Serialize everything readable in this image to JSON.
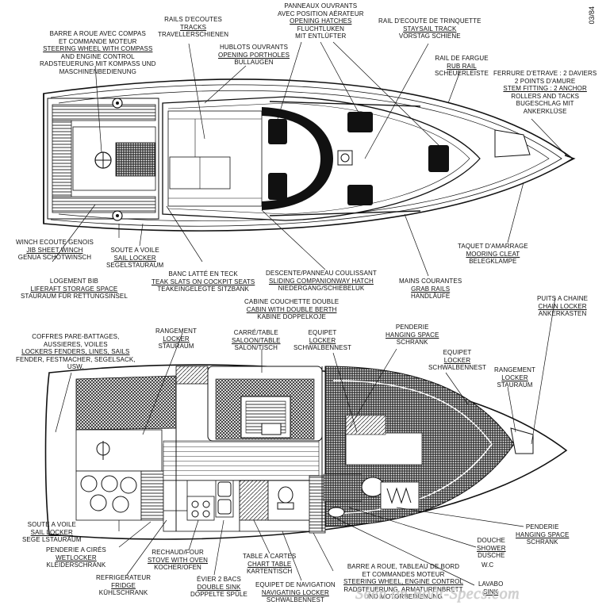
{
  "drawing_code": "03/84",
  "watermark": "Seen on Boat-Specs.com",
  "wc_label": "W.C",
  "deck_labels": [
    {
      "id": "rails-ecoutes",
      "lines": [
        "RAILS D'ECOUTES",
        "TRACKS",
        "TRAVELLERSCHIENEN"
      ]
    },
    {
      "id": "panneaux-ouvrants",
      "lines": [
        "PANNEAUX OUVRANTS",
        "AVEC POSITION AÉRATEUR",
        "OPENING HATCHES",
        "FLUCHTLUKEN",
        "MIT ENTLÜFTER"
      ]
    },
    {
      "id": "barre-a-roue-deck",
      "lines": [
        "BARRE A ROUE AVEC COMPAS",
        "ET COMMANDE MOTEUR",
        "STEERING WHEEL WITH COMPASS",
        "AND ENGINE CONTROL",
        "RADSTEUERUNG MIT KOMPASS UND",
        "MASCHINENBEDIENUNG"
      ]
    },
    {
      "id": "hublots-ouvrants",
      "lines": [
        "HUBLOTS OUVRANTS",
        "OPENING PORTHOLES",
        "BULLAUGEN"
      ]
    },
    {
      "id": "rail-trinquette",
      "lines": [
        "RAIL D'ECOUTE DE TRINQUETTE",
        "STAYSAIL TRACK",
        "VORSTAG SCHIENE"
      ]
    },
    {
      "id": "rail-fargue",
      "lines": [
        "RAIL DE FARGUE",
        "RUB RAIL",
        "SCHEUERLEISTE"
      ]
    },
    {
      "id": "ferrure-etrave",
      "lines": [
        "FERRURE D'ETRAVE : 2 DAVIERS",
        "2 POINTS D'AMURE",
        "STEM FITTING : 2 ANCHOR",
        "ROLLERS AND TACKS",
        "BUGESCHLAG MIT",
        "ANKERKLÜSE"
      ]
    },
    {
      "id": "winch-ecoute",
      "lines": [
        "WINCH  ECOUTE GENOIS",
        "JIB SHEET WINCH",
        "GENUA SCHOTWINSCH"
      ]
    },
    {
      "id": "soute-voile-deck",
      "lines": [
        "SOUTE A VOILE",
        "SAIL LOCKER",
        "SEGELSTAURAUM"
      ]
    },
    {
      "id": "taquet-amarrage",
      "lines": [
        "TAQUET D'AMARRAGE",
        "MOORING CLEAT",
        "BELEGKLAMPE"
      ]
    },
    {
      "id": "logement-bib",
      "lines": [
        "LOGEMENT BIB",
        "LIFERAFT STORAGE SPACE",
        "STAURAUM FÜR RETTUNGSINSEL"
      ]
    },
    {
      "id": "banc-latte",
      "lines": [
        "BANC LATTÉ EN TECK",
        "TEAK SLATS ON COCKPIT SEATS",
        "TEAKEINGELEGTE SITZBANK"
      ]
    },
    {
      "id": "descente",
      "lines": [
        "DESCENTE/PANNEAU COULISSANT",
        "SLIDING COMPANIONWAY HATCH",
        "NIEDERGANG/SCHIEBELUK"
      ]
    },
    {
      "id": "mains-courantes",
      "lines": [
        "MAINS COURANTES",
        "GRAB RAILS",
        "HANDLÄUFE"
      ]
    },
    {
      "id": "puits-chaine",
      "lines": [
        "PUITS A CHAINE",
        "CHAIN LOCKER",
        "ANKERKASTEN"
      ]
    }
  ],
  "interior_labels": [
    {
      "id": "cabine-couchette",
      "lines": [
        "CABINE COUCHETTE DOUBLE",
        "CABIN WITH DOUBLE BERTH",
        "KABINE DOPPELKOJE"
      ]
    },
    {
      "id": "coffres",
      "lines": [
        "COFFRES PARE-BATTAGES,",
        "AUSSIERES,  VOILES",
        "LOCKERS FENDERS, LINES, SAILS",
        "FENDER, FESTMACHER, SEGELSACK,",
        "USW."
      ]
    },
    {
      "id": "rangement-aft",
      "lines": [
        "RANGEMENT",
        "LOCKER",
        "STAURAUM"
      ]
    },
    {
      "id": "carre-table",
      "lines": [
        "CARRÉ/TABLE",
        "SALOON/TABLE",
        "SALON/TISCH"
      ]
    },
    {
      "id": "equipet-1",
      "lines": [
        "EQUIPET",
        "LOCKER",
        "SCHWALBENNEST"
      ]
    },
    {
      "id": "penderie-fwd",
      "lines": [
        "PENDERIE",
        "HANGING SPACE",
        "SCHRANK"
      ]
    },
    {
      "id": "equipet-2",
      "lines": [
        "EQUIPET",
        "LOCKER",
        "SCHWALBENNEST"
      ]
    },
    {
      "id": "rangement-fwd",
      "lines": [
        "RANGEMENT",
        "LOCKER",
        "STAURAUM"
      ]
    },
    {
      "id": "soute-voile-int",
      "lines": [
        "SOUTE A VOILE",
        "SAIL LOCKER",
        "SEGE LSTAURAUM"
      ]
    },
    {
      "id": "penderie-cires",
      "lines": [
        "PENDERIE A CIRÉS",
        "WETLOCKER",
        "KLEIDERSCHRANK"
      ]
    },
    {
      "id": "refrigerateur",
      "lines": [
        "REFRIGERATEUR",
        "FRIDGE",
        "KÜHLSCHRANK"
      ]
    },
    {
      "id": "rechaud",
      "lines": [
        "RECHAUD/FOUR",
        "STOVE WITH OVEN",
        "KOCHER/OFEN"
      ]
    },
    {
      "id": "evier",
      "lines": [
        "ÉVIER 2 BACS",
        "DOUBLE SINK",
        "DOPPELTE SPÜLE"
      ]
    },
    {
      "id": "table-cartes",
      "lines": [
        "TABLE A CARTES",
        "CHART TABLE",
        "KARTENTISCH"
      ]
    },
    {
      "id": "equipet-nav",
      "lines": [
        "EQUIPET DE NAVIGATION",
        "NAVIGATING LOCKER",
        "SCHWALBENNEST"
      ]
    },
    {
      "id": "barre-tableau",
      "lines": [
        "BARRE A ROUE, TABLEAU DE BORD",
        "ET COMMANDES MOTEUR",
        "STEERING WHEEL, ENGINE CONTROL",
        "RADSTEUERUNG, ARMATURENBRETT",
        "UND MOTORBEDIENUNG"
      ]
    },
    {
      "id": "douche",
      "lines": [
        "DOUCHE",
        "SHOWER",
        "DUSCHE"
      ]
    },
    {
      "id": "penderie-aft",
      "lines": [
        "PENDERIE",
        "HANGING SPACE",
        "SCHRANK"
      ]
    },
    {
      "id": "lavabo",
      "lines": [
        "LAVABO",
        "SINK"
      ]
    }
  ]
}
